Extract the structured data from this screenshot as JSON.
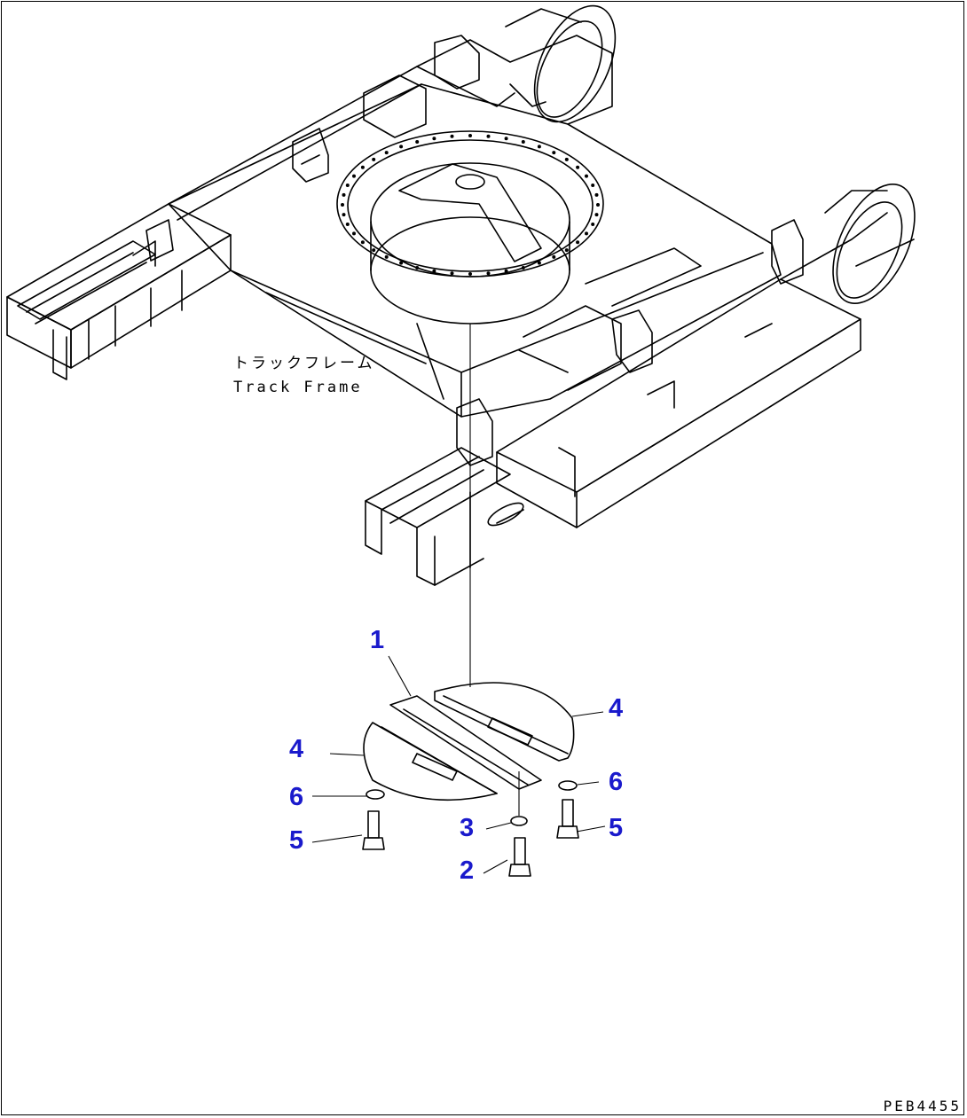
{
  "diagram": {
    "caption": {
      "japanese": "トラックフレーム",
      "english": "Track Frame"
    },
    "callouts": [
      {
        "id": "c1",
        "label": "1"
      },
      {
        "id": "c2",
        "label": "2"
      },
      {
        "id": "c3",
        "label": "3"
      },
      {
        "id": "c4a",
        "label": "4"
      },
      {
        "id": "c4b",
        "label": "4"
      },
      {
        "id": "c5a",
        "label": "5"
      },
      {
        "id": "c5b",
        "label": "5"
      },
      {
        "id": "c6a",
        "label": "6"
      },
      {
        "id": "c6b",
        "label": "6"
      }
    ],
    "drawing_code": "PEB4455",
    "colors": {
      "callout": "#1a1acc",
      "line": "#000000"
    }
  }
}
